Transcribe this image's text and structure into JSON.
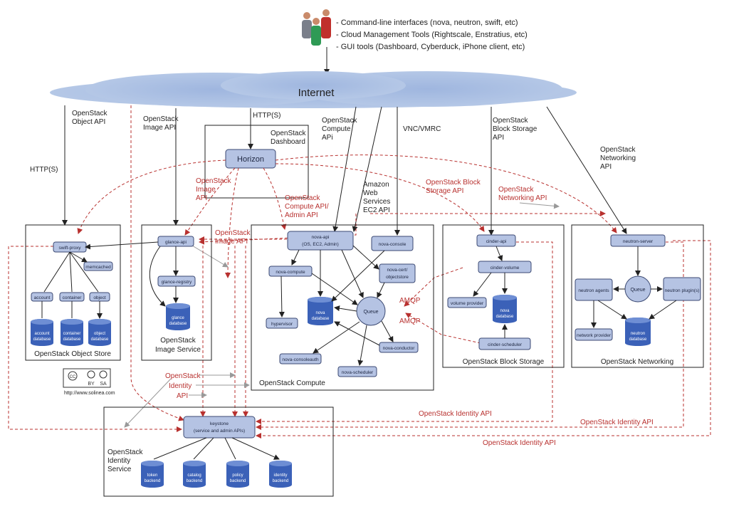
{
  "clients": [
    "- Command-line interfaces (nova, neutron, swift, etc)",
    "- Cloud Management Tools (Rightscale, Enstratius, etc)",
    "- GUI tools (Dashboard, Cyberduck, iPhone client, etc)"
  ],
  "internet": "Internet",
  "api_labels": {
    "object_api_1": "OpenStack",
    "object_api_2": "Object API",
    "image_api_1": "OpenStack",
    "image_api_2": "Image API",
    "http_dash": "HTTP(S)",
    "http_left": "HTTP(S)",
    "dashboard_1": "OpenStack",
    "dashboard_2": "Dashboard",
    "compute_1": "OpenStack",
    "compute_2": "Compute",
    "compute_3": "APi",
    "vnc": "VNC/VMRC",
    "block_1": "OpenStack",
    "block_2": "Block Storage",
    "block_3": "API",
    "net_1": "OpenStack",
    "net_2": "Networking",
    "net_3": "API",
    "aws_1": "Amazon",
    "aws_2": "Web",
    "aws_3": "Services",
    "aws_4": "EC2 API"
  },
  "red_labels": {
    "img_1": "OpenStack",
    "img_2": "Image",
    "img_3": "API",
    "img2_1": "OpenStack",
    "img2_2": "Image API",
    "comp_1": "OpenStack",
    "comp_2": "Compute API/",
    "comp_3": "Admin API",
    "bs_1": "OpenStack Block",
    "bs_2": "Storage API",
    "net_1": "OpenStack",
    "net_2": "Networking API",
    "amqp1": "AMQP",
    "amqp2": "AMQP",
    "id_1": "OpenStack",
    "id_2": "Identity",
    "id_3": "API",
    "id_a": "OpenStack Identity API",
    "id_b": "OpenStack Identity API",
    "id_c": "OpenStack Identity API"
  },
  "horizon": "Horizon",
  "object_store": {
    "title": "OpenStack Object Store",
    "proxy": "swift-proxy",
    "memcached": "memcached",
    "account": "account",
    "container": "container",
    "object": "object",
    "db1": [
      "account",
      "database"
    ],
    "db2": [
      "container",
      "database"
    ],
    "db3": [
      "object",
      "database"
    ]
  },
  "image_service": {
    "title1": "OpenStack",
    "title2": "Image Service",
    "api": "glance-api",
    "registry": "glance-registry",
    "db": [
      "glance",
      "database"
    ]
  },
  "compute": {
    "title": "OpenStack Compute",
    "api1": "nova-api",
    "api2": "(OS, EC2, Admin)",
    "console": "nova-console",
    "compute": "nova-compute",
    "cert1": "nova-cert/",
    "cert2": "objectstore",
    "hypervisor": "hypervisor",
    "queue": "Queue",
    "db": [
      "nova",
      "database"
    ],
    "conductor": "nova-conductor",
    "consoleauth": "nova-consoleauth",
    "scheduler": "nova-scheduler"
  },
  "block": {
    "title": "OpenStack Block Storage",
    "api": "cinder-api",
    "volume": "cinder-volume",
    "provider": "volume provider",
    "db": [
      "nova",
      "database"
    ],
    "scheduler": "cinder-scheduler"
  },
  "networking": {
    "title": "OpenStack Networking",
    "server": "neutron-server",
    "agents": "neutron agents",
    "queue": "Queue",
    "plugins": "neutron plugin(s)",
    "provider": "network provider",
    "db": [
      "neutron",
      "database"
    ]
  },
  "identity": {
    "title1": "OpenStack",
    "title2": "Identity",
    "title3": "Service",
    "keystone1": "keystone",
    "keystone2": "(service and admin APIs)",
    "backends": [
      [
        "token",
        "backend"
      ],
      [
        "catalog",
        "backend"
      ],
      [
        "policy",
        "backend"
      ],
      [
        "identity",
        "backend"
      ]
    ]
  },
  "license": {
    "cc": "CC",
    "by": "BY",
    "sa": "SA",
    "url": "http://www.solinea.com"
  }
}
